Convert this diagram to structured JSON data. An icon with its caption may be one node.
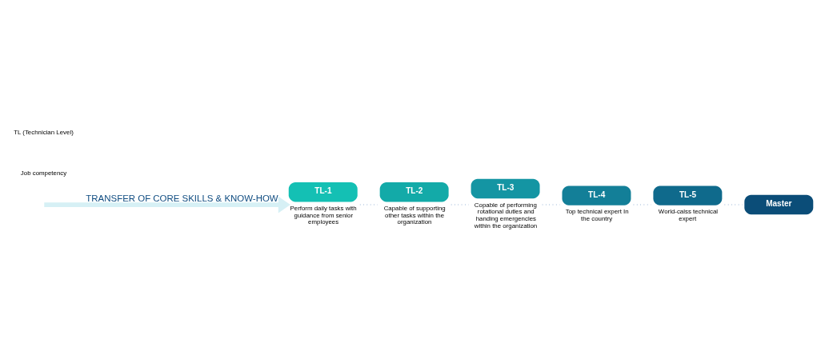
{
  "diagram": {
    "nodes": [
      {
        "text": [
          "TL-1"
        ],
        "beside": [
          "Perform daily tasks with guidance from senior employees"
        ]
      },
      {
        "text": [
          "TL-2"
        ],
        "beside": [
          "Capable of supporting other tasks within the organization"
        ]
      },
      {
        "text": [
          "TL-3"
        ],
        "beside": [
          "Copable of performing rotational dutles and handing emergencles within the organization"
        ]
      },
      {
        "text": [
          "TL-4"
        ],
        "beside": [
          "Top technical expert In the country"
        ]
      },
      {
        "text": [
          "TL-5"
        ],
        "beside": [
          "World-calss technical expert"
        ]
      },
      {
        "text": [
          "Master"
        ]
      }
    ],
    "edges": [
      {
        "from": 0,
        "to": 1,
        "arrow": "none",
        "style": "dashed"
      },
      {
        "from": 1,
        "to": 2,
        "arrow": "none",
        "style": "dashed"
      },
      {
        "from": 2,
        "to": 3,
        "arrow": "none",
        "style": "dashed"
      },
      {
        "from": 3,
        "to": 4,
        "arrow": "none",
        "style": "dashed"
      },
      {
        "from": 4,
        "to": 5,
        "arrow": "none",
        "style": "dashed"
      },
      {
        "from": null,
        "to": 0,
        "arrow": "to",
        "label": "TRANSFER OF CORE SKILLS & KNOW-HOW",
        "style": "thick",
        "color": "#d6f0f5"
      }
    ],
    "labels": [
      "Job competency",
      "TL (Technician Level)"
    ]
  }
}
